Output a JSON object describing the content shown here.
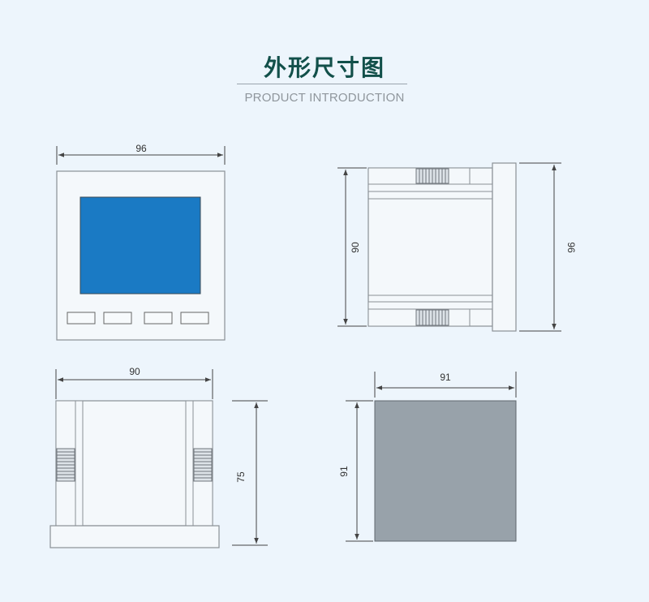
{
  "header": {
    "title": "外形尺寸图",
    "subtitle": "PRODUCT INTRODUCTION"
  },
  "views": {
    "front": {
      "width_label": "96"
    },
    "side": {
      "inner_height_label": "90",
      "outer_height_label": "96"
    },
    "bottom": {
      "width_label": "90",
      "depth_label": "75"
    },
    "cutout": {
      "width_label": "91",
      "height_label": "91"
    }
  },
  "colors": {
    "background": "#edf5fc",
    "title": "#12504a",
    "screen": "#1a7ac4",
    "cutout": "#98a2aa",
    "outline": "#8a9096"
  }
}
